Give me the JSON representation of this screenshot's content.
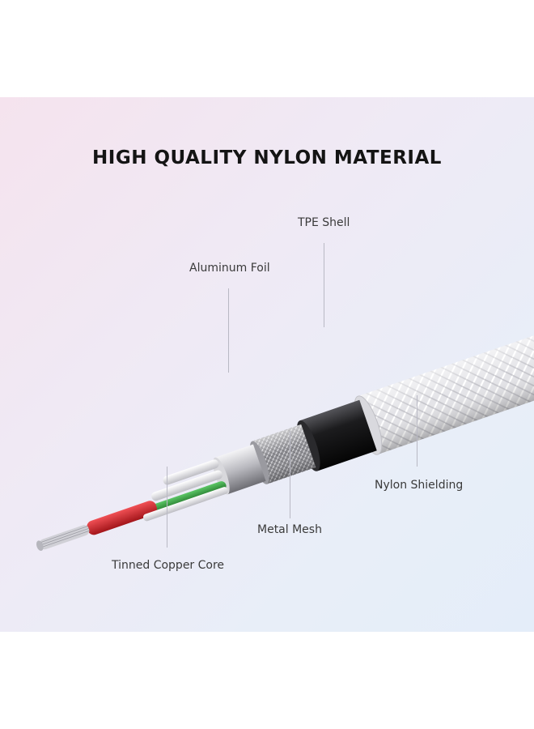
{
  "headline": "HIGH QUALITY NYLON MATERIAL",
  "labels": {
    "tpe_shell": "TPE Shell",
    "aluminum_foil": "Aluminum Foil",
    "nylon_shielding": "Nylon Shielding",
    "metal_mesh": "Metal Mesh",
    "tinned_copper_core": "Tinned Copper Core"
  },
  "colors": {
    "nylon_braid": "#e6e6ea",
    "tpe_shell": "#1c1c1e",
    "metal_mesh": "#a6a6aa",
    "aluminum_foil": "#c9c9cd",
    "wire_red": "#d6262a",
    "wire_green": "#2f9a3a",
    "copper_core": "#cfcfd4"
  }
}
